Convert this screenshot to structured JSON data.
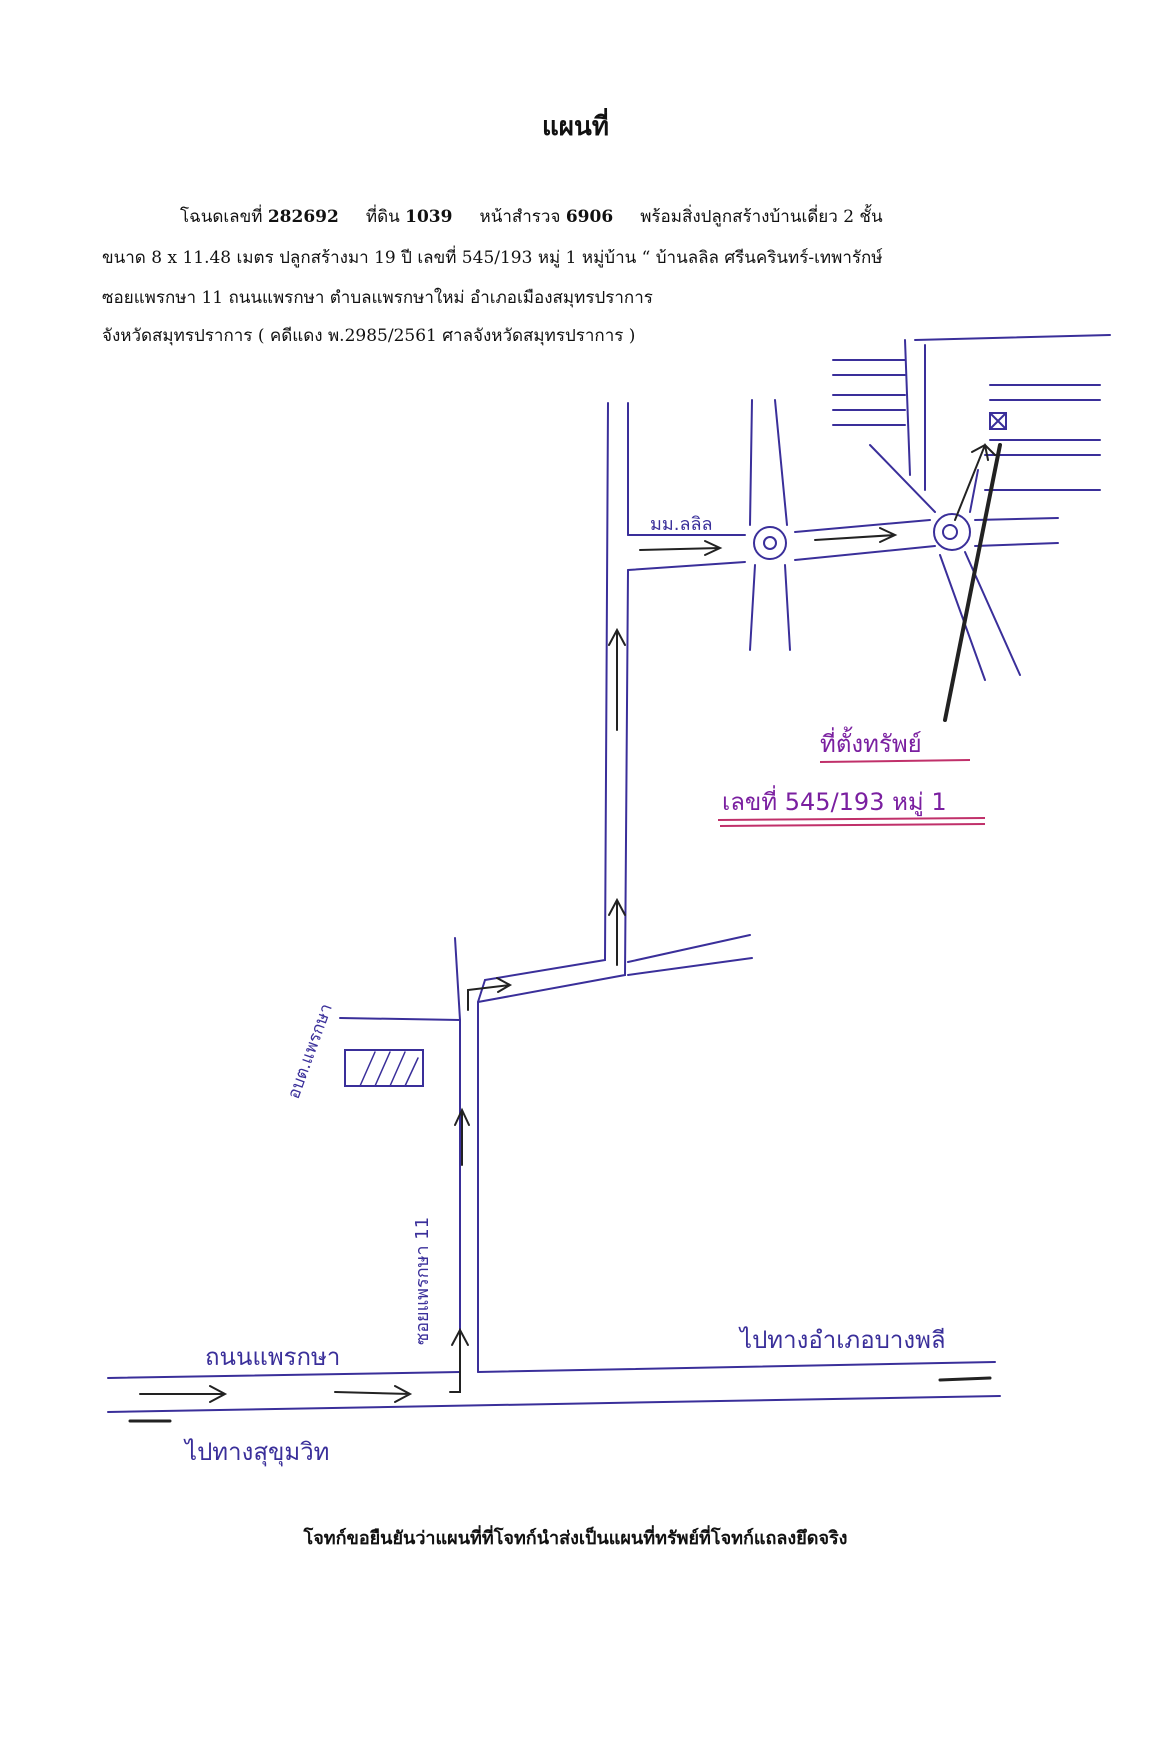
{
  "title": "แผนที่",
  "header": {
    "deed_label": "โฉนดเลขที่",
    "deed_no": "282692",
    "land_label": "ที่ดิน",
    "land_no": "1039",
    "survey_label": "หน้าสำรวจ",
    "survey_no": "6906",
    "building_text": "พร้อมสิ่งปลูกสร้างบ้านเดี่ยว 2 ชั้น",
    "line2": "ขนาด 8  x 11.48  เมตร    ปลูกสร้างมา 19  ปี  เลขที่ 545/193  หมู่ 1     หมู่บ้าน “ บ้านลลิล ศรีนครินทร์-เทพารักษ์",
    "line3": "ซอยแพรกษา 11  ถนนแพรกษา   ตำบลแพรกษาใหม่  อำเภอเมืองสมุทรปราการ",
    "line4": "จังหวัดสมุทรปราการ  ( คดีแดง พ.2985/2561  ศาลจังหวัดสมุทรปราการ  )"
  },
  "map_labels": {
    "village": "มม.ลลิล",
    "property": "ที่ตั้งทรัพย์",
    "address": "เลขที่ 545/193 หมู่ 1",
    "tambon_office": "อบต.แพรกษา",
    "soi": "ซอยแพรกษา 11",
    "main_road": "ถนนแพรกษา",
    "to_right": "ไปทางอำเภอบางพลี",
    "to_left": "ไปทางสุขุมวิท"
  },
  "footer": "โจทก์ขอยืนยันว่าแผนที่ที่โจทก์นำส่งเป็นแผนที่ทรัพย์ที่โจทก์แถลงยึดจริง",
  "colors": {
    "ink": "#3a2f9a",
    "arrow": "#222222",
    "underline": "#c0306a"
  }
}
